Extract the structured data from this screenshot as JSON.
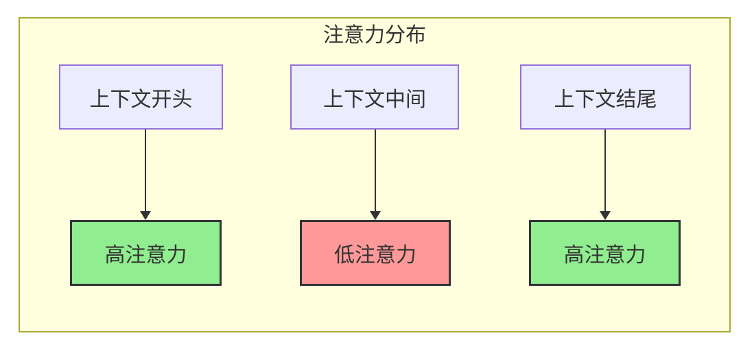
{
  "diagram": {
    "title": "注意力分布",
    "columns": [
      {
        "source": {
          "label": "上下文开头"
        },
        "target": {
          "label": "高注意力",
          "level": "high"
        }
      },
      {
        "source": {
          "label": "上下文中间"
        },
        "target": {
          "label": "低注意力",
          "level": "low"
        }
      },
      {
        "source": {
          "label": "上下文结尾"
        },
        "target": {
          "label": "高注意力",
          "level": "high"
        }
      }
    ]
  },
  "colors": {
    "page_bg": "#FFFFFF",
    "container_fill": "#FFFFDE",
    "container_border": "#AAAA33",
    "source_fill": "#ECECFF",
    "source_border": "#9370DB",
    "high_fill": "#90EE90",
    "low_fill": "#FF9999",
    "target_border": "#333333",
    "arrow": "#333333",
    "text": "#333333"
  }
}
